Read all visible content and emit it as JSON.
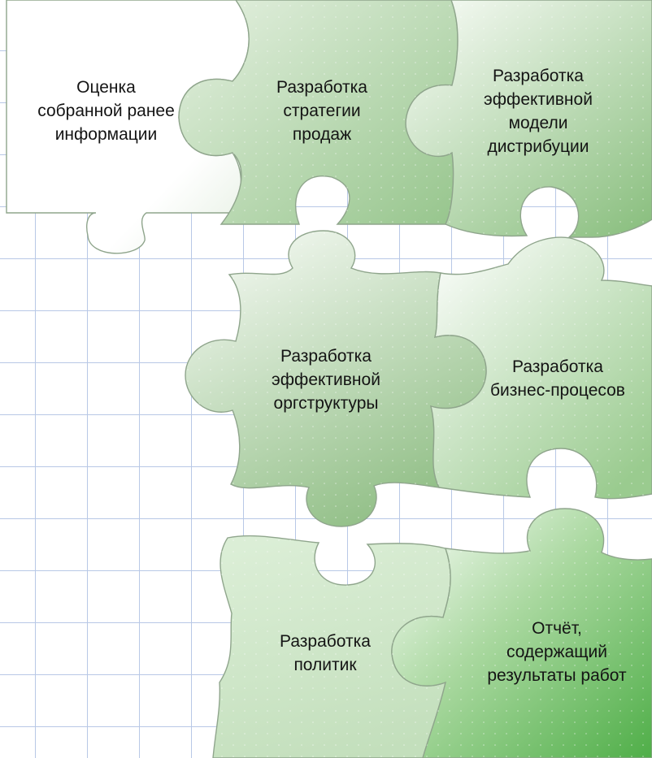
{
  "colors": {
    "grid": "#b8c8e6",
    "piece_light": "#ffffff",
    "piece_mid": "#cfe4c9",
    "piece_dark": "#8dc282",
    "piece_accent": "#5fb85a",
    "outline": "#8fa58c"
  },
  "pieces": [
    {
      "id": "p1",
      "label": "Оценка\nсобранной ранее\nинформации"
    },
    {
      "id": "p2",
      "label": "Разработка\nстратегии\nпродаж"
    },
    {
      "id": "p3",
      "label": "Разработка\nэффективной\nмодели\nдистрибуции"
    },
    {
      "id": "p4",
      "label": "Разработка\nэффективной\nоргструктуры"
    },
    {
      "id": "p5",
      "label": "Разработка\nбизнес-процесов"
    },
    {
      "id": "p6",
      "label": "Разработка\nполитик"
    },
    {
      "id": "p7",
      "label": "Отчёт,\nсодержащий\nрезультаты работ"
    }
  ]
}
